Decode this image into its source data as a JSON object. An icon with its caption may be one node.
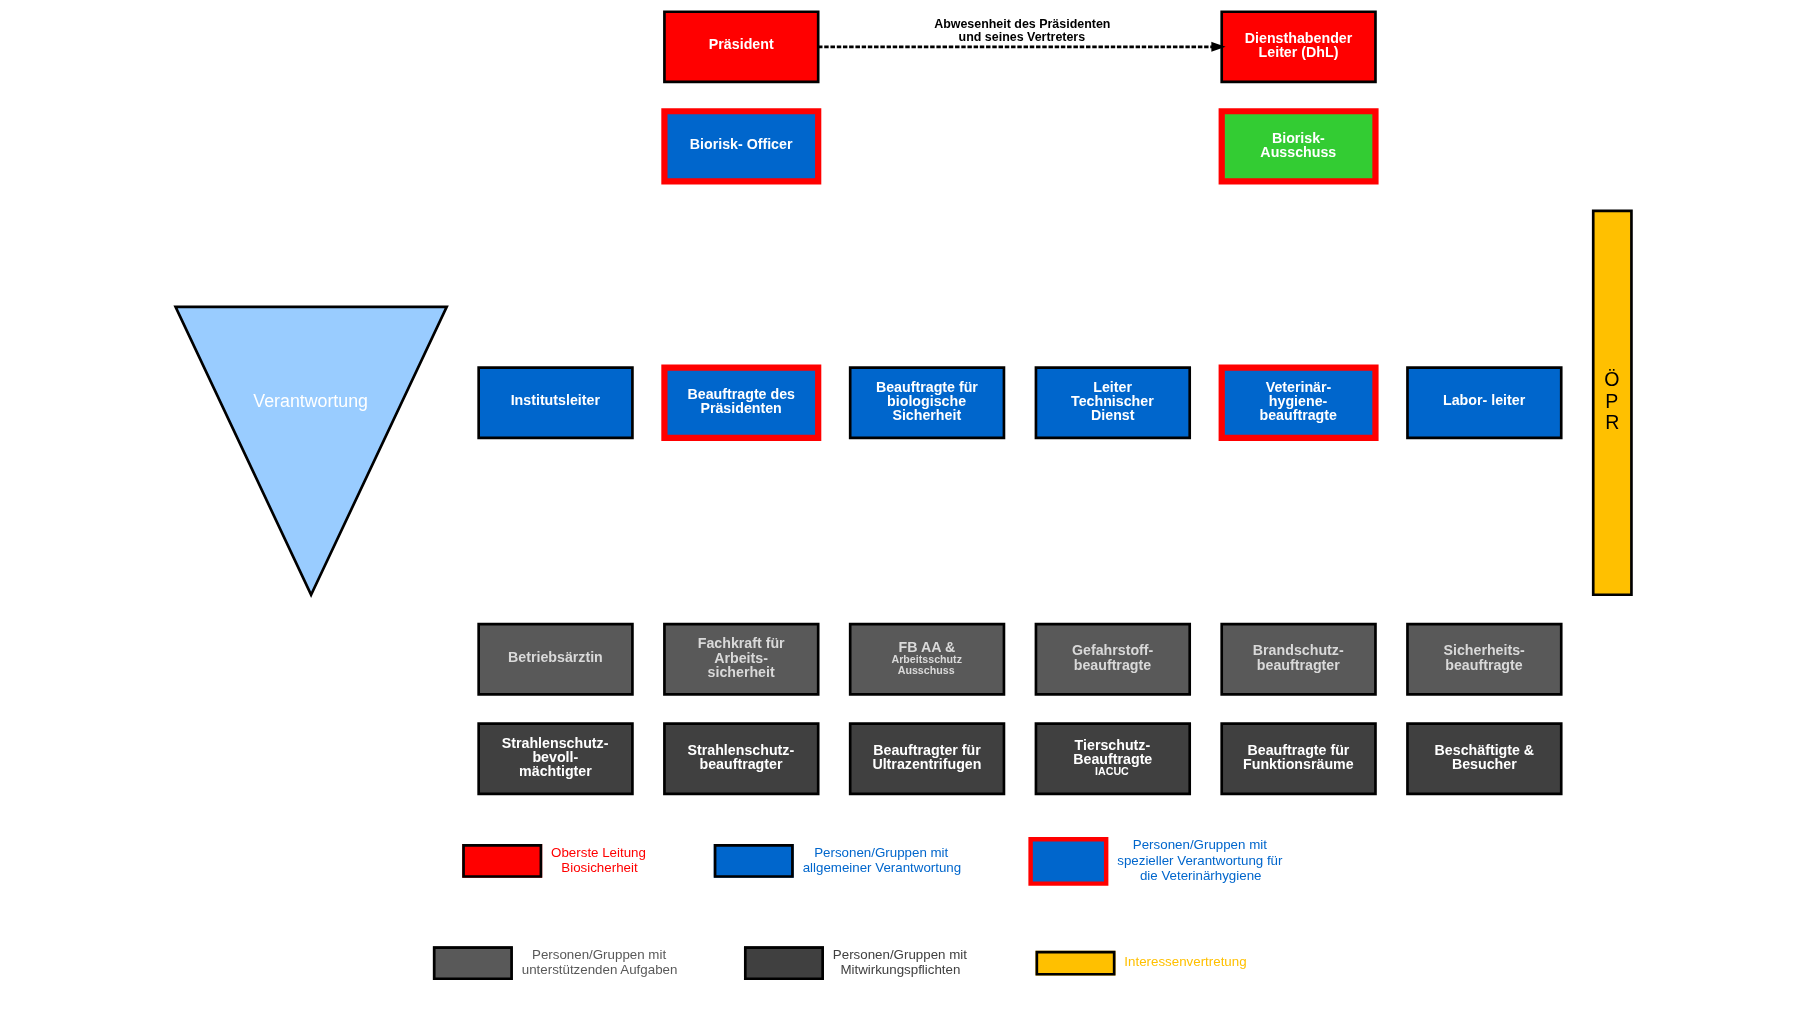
{
  "diagram": {
    "nodes": [
      {
        "text": [
          "Präsident"
        ]
      },
      {
        "text": [
          "Diensthabender Leiter (DhL)"
        ]
      },
      {
        "text": [
          "Biorisk- Officer"
        ]
      },
      {
        "text": [
          "Biorisk- Ausschuss"
        ]
      },
      {
        "text": [
          "Institutsleiter"
        ]
      },
      {
        "text": [
          "Beauftragte des Präsidenten"
        ]
      },
      {
        "text": [
          "Beauftragte für biologische Sicherheit"
        ]
      },
      {
        "text": [
          "Leiter Technischer Dienst"
        ]
      },
      {
        "text": [
          "Veterinär- hygiene- beauftragte"
        ]
      },
      {
        "text": [
          "Labor- leiter"
        ]
      },
      {
        "text": [
          "Betriebsärztin"
        ]
      },
      {
        "text": [
          "Fachkraft für Arbeits- sicherheit"
        ]
      },
      {
        "text": [
          "FB AA &",
          "Arbeitsschutz Ausschuss"
        ]
      },
      {
        "text": [
          "Gefahrstoff- beauftragte"
        ]
      },
      {
        "text": [
          "Brandschutz- beauftragter"
        ]
      },
      {
        "text": [
          "Sicherheits- beauftragte"
        ]
      },
      {
        "text": [
          "Strahlenschutz- bevoll- mächtigter"
        ]
      },
      {
        "text": [
          "Strahlenschutz- beauftragter"
        ]
      },
      {
        "text": [
          "Beauftragter für Ultrazentrifugen"
        ]
      },
      {
        "text": [
          "Tierschutz- Beauftragte",
          "IACUC"
        ]
      },
      {
        "text": [
          "Beauftragte für Funktionsräume"
        ]
      },
      {
        "text": [
          "Beschäftigte & Besucher"
        ]
      },
      {
        "text": [
          "Verantwortung"
        ]
      },
      {
        "text": [
          "ÖPR"
        ]
      }
    ],
    "edges": [
      {
        "from": 0,
        "to": 1,
        "arrow": "to",
        "label": "Abwesenheit des Präsidenten und seines Vertreters",
        "style": "dashed"
      }
    ],
    "legend": [
      {
        "text": "Oberste Leitung Biosicherheit",
        "color": "#ff0000"
      },
      {
        "text": "Personen/Gruppen mit allgemeiner Verantwortung",
        "color": "#0066cc"
      },
      {
        "text": "Personen/Gruppen mit spezieller Verantwortung für die Veterinärhygiene"
      },
      {
        "text": "Personen/Gruppen mit unterstützenden Aufgaben",
        "color": "#595959"
      },
      {
        "text": "Personen/Gruppen mit Mitwirkungspflichten",
        "color": "#404040"
      },
      {
        "text": "Interessenvertretung",
        "color": "#ffc000"
      }
    ]
  }
}
